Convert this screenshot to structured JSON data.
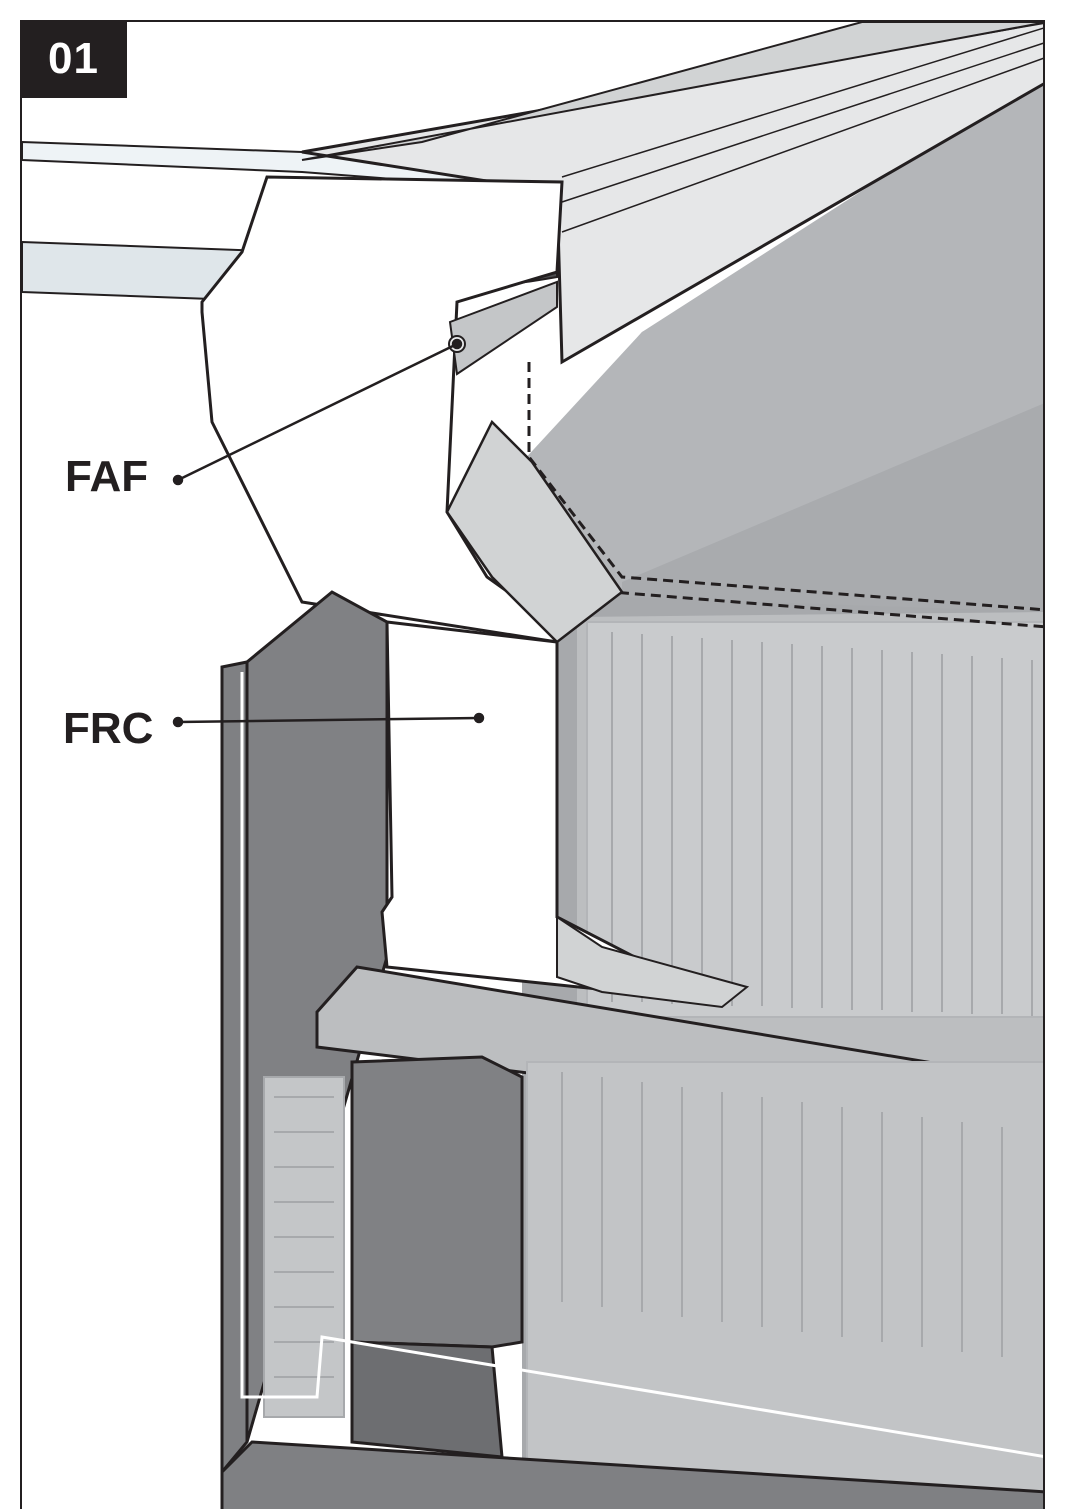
{
  "step": {
    "number": "01"
  },
  "callouts": [
    {
      "label": "FAF"
    },
    {
      "label": "FRC"
    }
  ],
  "colors": {
    "outline": "#231f20",
    "wall_dark": "#7f8083",
    "wall_mid": "#a7a9ac",
    "wall_light": "#bcbec0",
    "panel_light": "#d1d3d4",
    "glass": "#e6e7e8",
    "white": "#ffffff"
  }
}
